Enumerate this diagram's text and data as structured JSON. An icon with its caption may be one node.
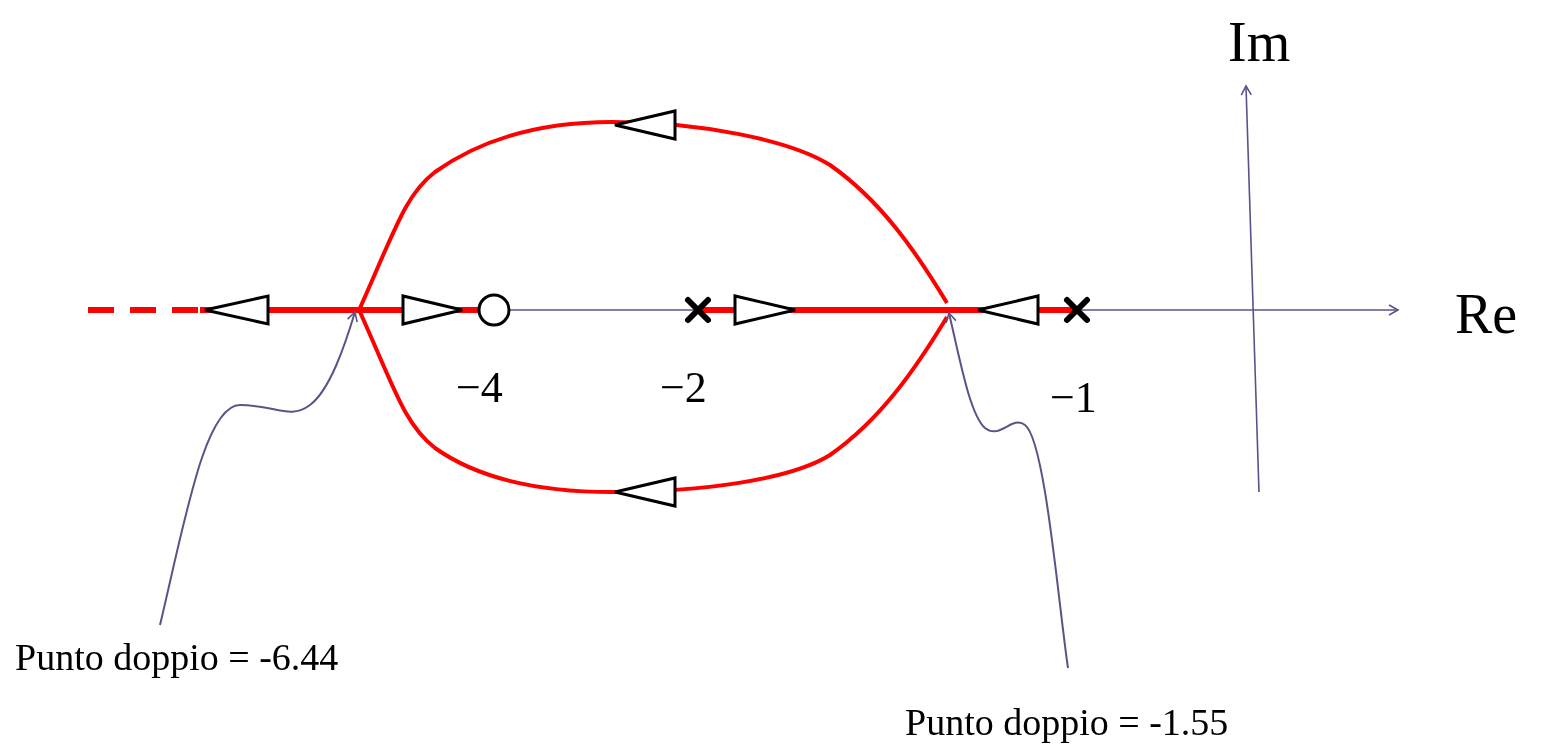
{
  "diagram": {
    "nodes": [
      {
        "text": [
          "Punto doppio = -6.44"
        ]
      },
      {
        "text": [
          "Punto doppio = -1.55"
        ]
      }
    ],
    "edges": [
      {
        "from": 0,
        "to": null,
        "arrow": "to"
      },
      {
        "from": 1,
        "to": null,
        "arrow": "to"
      }
    ],
    "labels": [
      "Im",
      "Re",
      "−4",
      "−2",
      "−1"
    ]
  }
}
